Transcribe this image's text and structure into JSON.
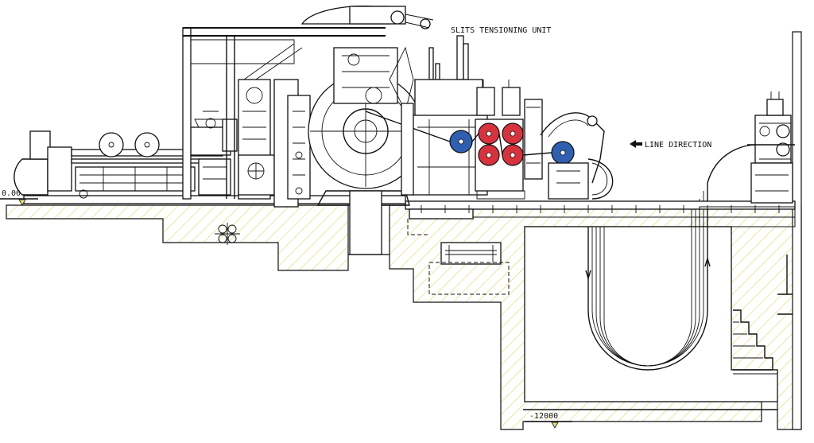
{
  "title": "SLITS TENSIONING UNIT",
  "direction_label": "LINE DIRECTION",
  "level_top": "0.00",
  "level_bottom": "-12000",
  "colors": {
    "line": "#111111",
    "hatch": "#e2df78",
    "roll_red": "#d8323c",
    "roll_blue": "#2f5fb0",
    "background": "#ffffff"
  },
  "icons": {
    "arrow": "arrow-left-icon",
    "level_marker": "triangle-down-icon"
  },
  "rolls": [
    {
      "name": "roll-blue-entry",
      "color": "blue"
    },
    {
      "name": "roll-red-upper-left",
      "color": "red"
    },
    {
      "name": "roll-red-upper-right",
      "color": "red"
    },
    {
      "name": "roll-red-lower-left",
      "color": "red"
    },
    {
      "name": "roll-red-lower-right",
      "color": "red"
    },
    {
      "name": "roll-blue-exit",
      "color": "blue"
    }
  ]
}
